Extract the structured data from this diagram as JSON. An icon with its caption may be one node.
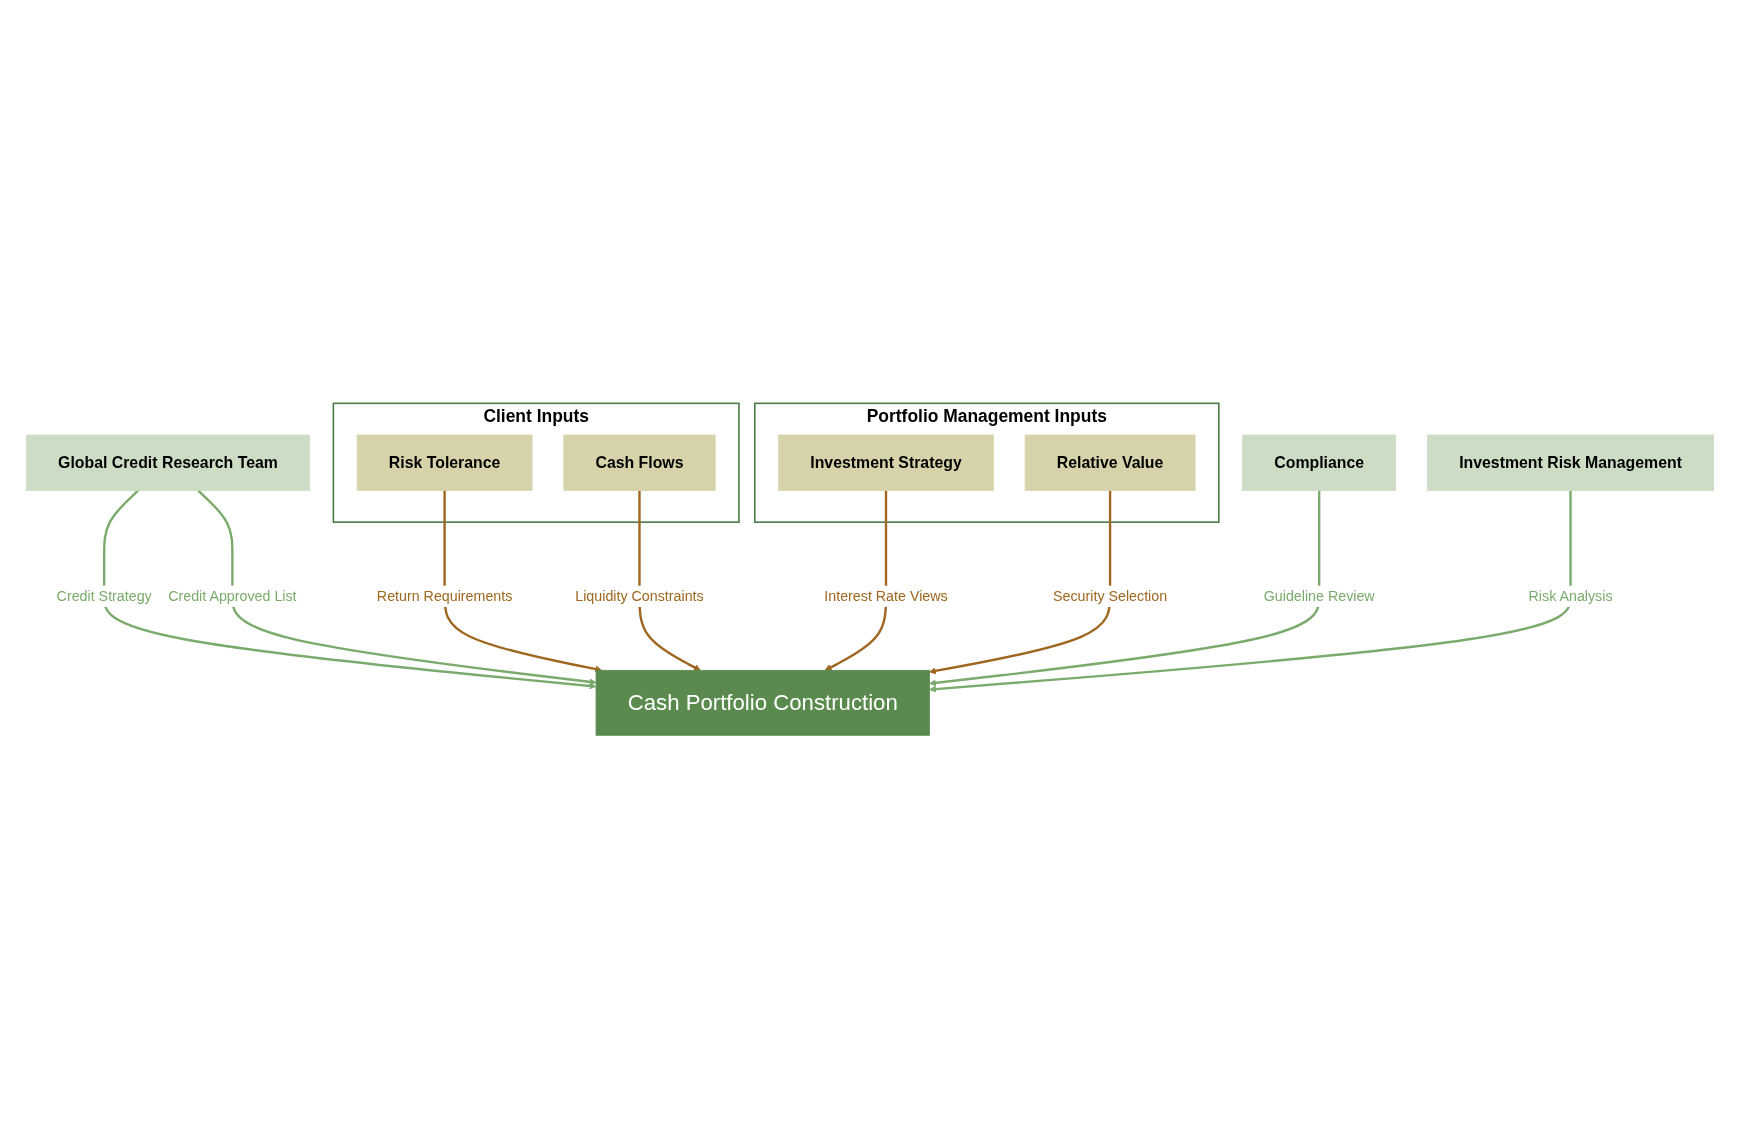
{
  "diagram": {
    "nodes": [
      {
        "text": [
          "Global Credit Research Team"
        ]
      },
      {
        "text": [
          "Client Inputs"
        ]
      },
      {
        "text": [
          "Risk Tolerance"
        ],
        "in": 1
      },
      {
        "text": [
          "Cash Flows"
        ],
        "in": 1
      },
      {
        "text": [
          "Cash Portfolio Construction"
        ]
      },
      {
        "text": [
          "Portfolio Management Inputs"
        ]
      },
      {
        "text": [
          "Investment Strategy"
        ],
        "in": 5
      },
      {
        "text": [
          "Relative Value"
        ],
        "in": 5
      },
      {
        "text": [
          "Compliance"
        ]
      },
      {
        "text": [
          "Investment Risk Management"
        ]
      }
    ],
    "edges": [
      {
        "from": 0,
        "to": 4,
        "arrow": "to",
        "label": "Credit Strategy",
        "color": "#7aab6c"
      },
      {
        "from": 0,
        "to": 4,
        "arrow": "to",
        "label": "Credit Approved List",
        "color": "#7aab6c"
      },
      {
        "from": 2,
        "to": 4,
        "arrow": "to",
        "label": "Return Requirements",
        "color": "#9e661f"
      },
      {
        "from": 3,
        "to": 4,
        "arrow": "to",
        "label": "Liquidity Constraints",
        "color": "#9e661f"
      },
      {
        "from": 6,
        "to": 4,
        "arrow": "to",
        "label": "Interest Rate Views",
        "color": "#9e661f"
      },
      {
        "from": 7,
        "to": 4,
        "arrow": "to",
        "label": "Security Selection",
        "color": "#9e661f"
      },
      {
        "from": 8,
        "to": 4,
        "arrow": "to",
        "label": "Guideline Review",
        "color": "#7aab6c"
      },
      {
        "from": 9,
        "to": 4,
        "arrow": "to",
        "label": "Risk Analysis",
        "color": "#7aab6c"
      }
    ]
  }
}
